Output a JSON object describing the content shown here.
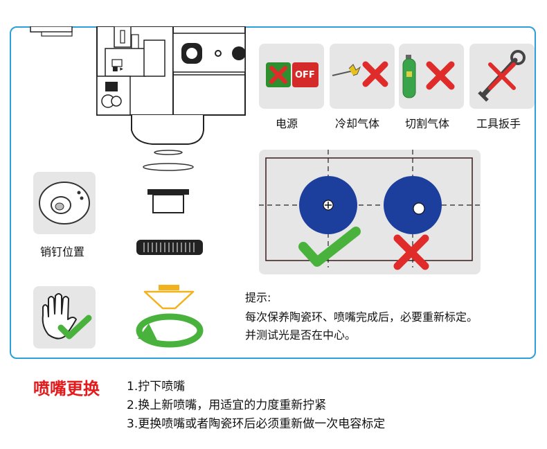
{
  "icons": {
    "power": "power-switch-icon",
    "coolant": "coolant-gas-icon",
    "cutting_gas": "gas-cylinder-icon",
    "wrench": "wrench-icon"
  },
  "power_off_label": "OFF",
  "labels": {
    "power": "电源",
    "coolant": "冷却气体",
    "cutting_gas": "切割气体",
    "wrench": "工具扳手",
    "pin": "销钉位置"
  },
  "tip": {
    "heading": "提示:",
    "line1": "每次保养陶瓷环、喷嘴完成后，必要重新标定。",
    "line2": "并测试光是否在中心。"
  },
  "section_title": "喷嘴更换",
  "steps": [
    "1.拧下喷嘴",
    "2.换上新喷嘴，用适宜的力度重新拧紧",
    "3.更换喷嘴或者陶瓷环后必须重新做一次电容标定"
  ],
  "colors": {
    "frame": "#2a9fd8",
    "check": "#49b23c",
    "cross": "#e02b2b",
    "nozzle_blue": "#1c3f9e",
    "title_red": "#e4191b"
  }
}
